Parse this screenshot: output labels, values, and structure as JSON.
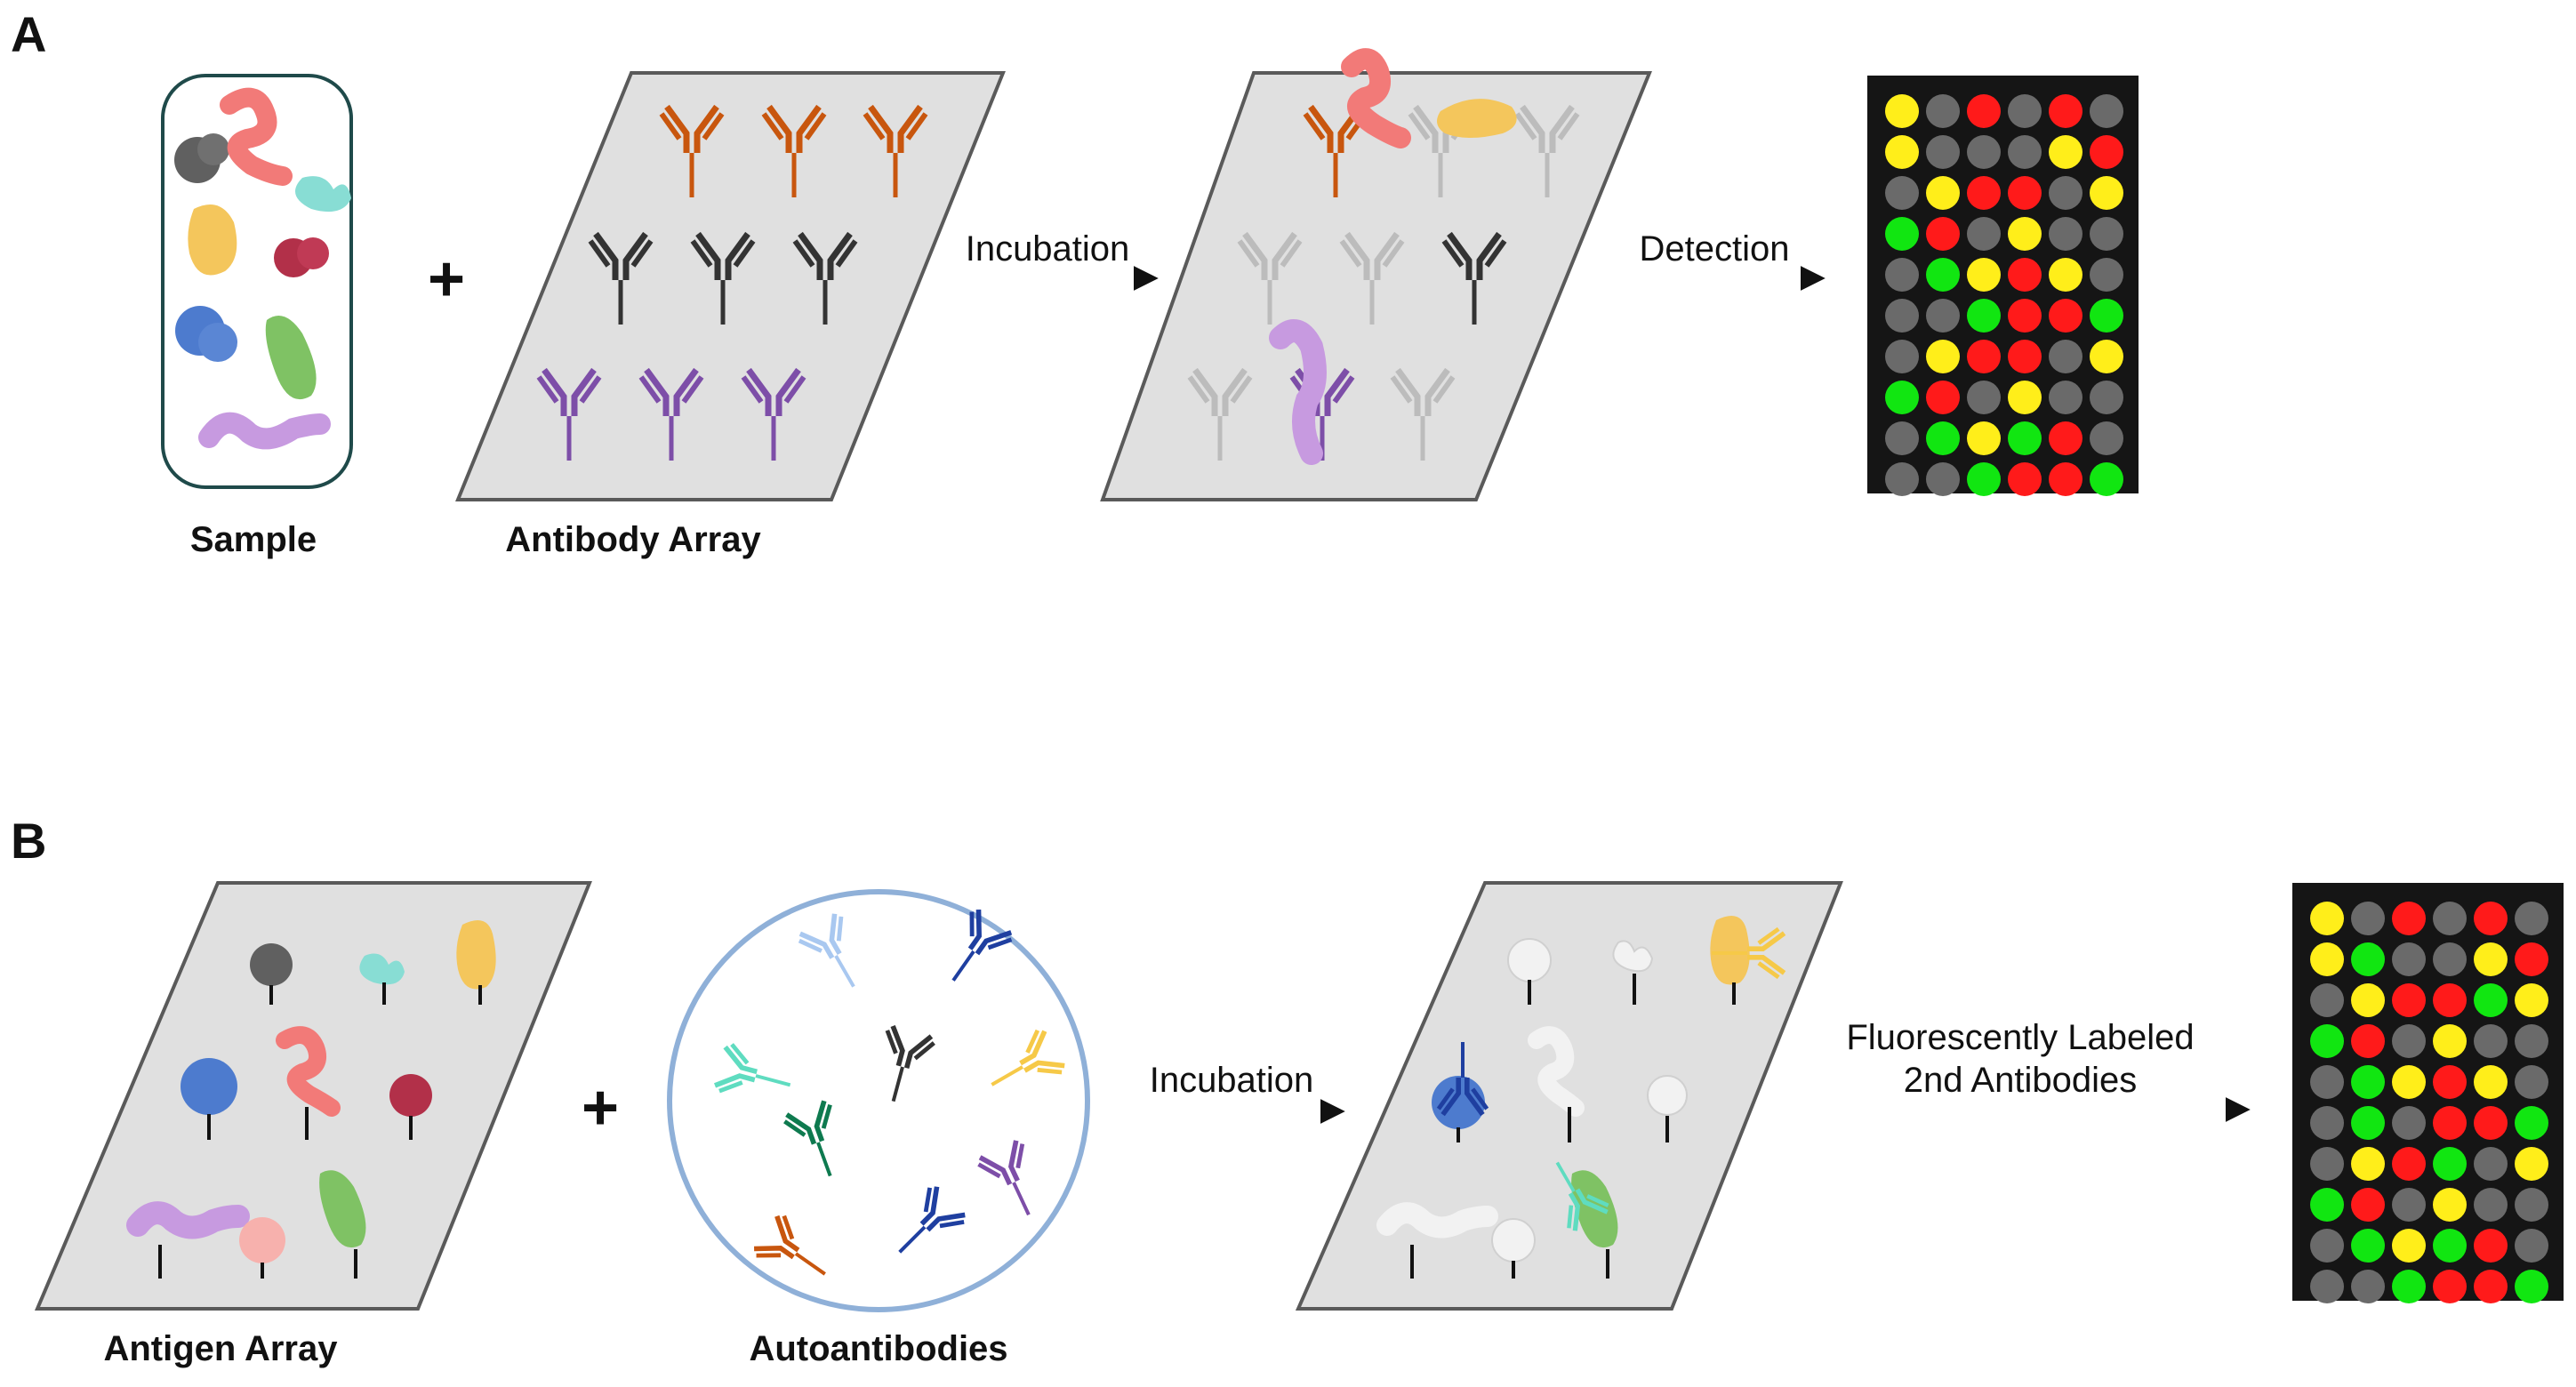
{
  "panel_a": {
    "letter": "A",
    "sample_label": "Sample",
    "array_label": "Antibody Array",
    "plus": "+",
    "step1_label": "Incubation",
    "step2_label": "Detection"
  },
  "panel_b": {
    "letter": "B",
    "array_label": "Antigen Array",
    "autoab_label": "Autoantibodies",
    "plus": "+",
    "step1_label": "Incubation",
    "step2_line1": "Fluorescently Labeled",
    "step2_line2": "2nd Antibodies"
  },
  "colors": {
    "slide_fill": "#e0e0e0",
    "slide_stroke": "#5a5a5a",
    "orange": "#c8560e",
    "dark": "#333333",
    "purple": "#7d4ea8",
    "light_gray": "#bcbcbc",
    "sample_border": "#1f4a4a",
    "circle_border": "#8fb0d8",
    "dot_gray": "#6a6a6a",
    "dot_red": "#ff1a1a",
    "dot_green": "#11e611",
    "dot_yellow": "#ffee1a",
    "grid_bg": "#151515"
  },
  "microarray_a": [
    [
      "Y",
      "G",
      "R",
      "G",
      "R",
      "G"
    ],
    [
      "Y",
      "G",
      "G",
      "G",
      "Y",
      "R"
    ],
    [
      "G",
      "Y",
      "R",
      "R",
      "G",
      "Y"
    ],
    [
      "N",
      "R",
      "G",
      "Y",
      "G",
      "G"
    ],
    [
      "G",
      "N",
      "Y",
      "R",
      "Y",
      "G"
    ],
    [
      "G",
      "G",
      "N",
      "R",
      "R",
      "N"
    ],
    [
      "G",
      "Y",
      "R",
      "R",
      "G",
      "Y"
    ],
    [
      "N",
      "R",
      "G",
      "Y",
      "G",
      "G"
    ],
    [
      "G",
      "N",
      "Y",
      "N",
      "R",
      "G"
    ],
    [
      "G",
      "G",
      "N",
      "R",
      "R",
      "N"
    ]
  ],
  "microarray_b": [
    [
      "Y",
      "G",
      "R",
      "G",
      "R",
      "G"
    ],
    [
      "Y",
      "N",
      "G",
      "G",
      "Y",
      "R"
    ],
    [
      "G",
      "Y",
      "R",
      "R",
      "N",
      "Y"
    ],
    [
      "N",
      "R",
      "G",
      "Y",
      "G",
      "G"
    ],
    [
      "G",
      "N",
      "Y",
      "R",
      "Y",
      "G"
    ],
    [
      "G",
      "N",
      "G",
      "R",
      "R",
      "N"
    ],
    [
      "G",
      "Y",
      "R",
      "N",
      "G",
      "Y"
    ],
    [
      "N",
      "R",
      "G",
      "Y",
      "G",
      "G"
    ],
    [
      "G",
      "N",
      "Y",
      "N",
      "R",
      "G"
    ],
    [
      "G",
      "G",
      "N",
      "R",
      "R",
      "N"
    ]
  ]
}
